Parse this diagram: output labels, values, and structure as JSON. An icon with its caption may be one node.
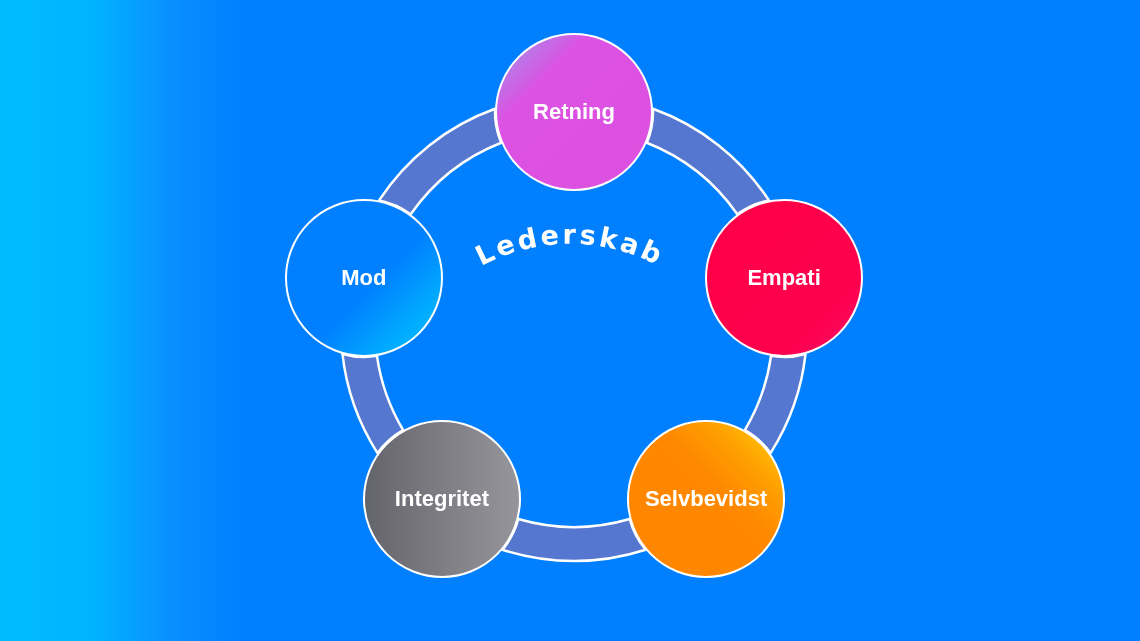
{
  "diagram": {
    "nodes": [
      {
        "text": [
          "Retning"
        ]
      },
      {
        "text": [
          "Empati"
        ]
      },
      {
        "text": [
          "Selvbevidst"
        ]
      },
      {
        "text": [
          "Integritet"
        ]
      },
      {
        "text": [
          "Mod"
        ]
      }
    ],
    "edges": [
      {
        "from": 0,
        "to": 1,
        "arrow": "none"
      },
      {
        "from": 1,
        "to": 2,
        "arrow": "none"
      },
      {
        "from": 2,
        "to": 3,
        "arrow": "none"
      },
      {
        "from": 3,
        "to": 4,
        "arrow": "none"
      },
      {
        "from": 4,
        "to": 0,
        "arrow": "none"
      }
    ],
    "labels": [
      "Lederskab"
    ]
  }
}
